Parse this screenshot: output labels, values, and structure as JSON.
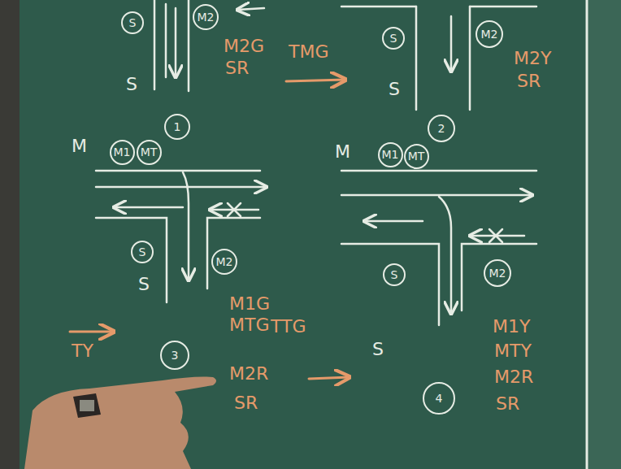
{
  "diagram": {
    "nodes": [
      {
        "text": [
          "S"
        ]
      },
      {
        "text": [
          "M2"
        ]
      },
      {
        "text": [
          "S"
        ]
      },
      {
        "text": [
          "M2"
        ]
      },
      {
        "text": [
          "M1"
        ]
      },
      {
        "text": [
          "MT"
        ]
      },
      {
        "text": [
          "1"
        ]
      },
      {
        "text": [
          "S"
        ]
      },
      {
        "text": [
          "M2"
        ]
      },
      {
        "text": [
          "M1"
        ]
      },
      {
        "text": [
          "MT"
        ]
      },
      {
        "text": [
          "2"
        ]
      },
      {
        "text": [
          "S"
        ]
      },
      {
        "text": [
          "M2"
        ]
      },
      {
        "text": [
          "3"
        ]
      },
      {
        "text": [
          "4"
        ]
      }
    ],
    "labels": [
      "M2G",
      "SR",
      "TMG",
      "S",
      "S",
      "M2Y",
      "SR",
      "M",
      "S",
      "M1G",
      "MTG",
      "TTG",
      "M2R",
      "SR",
      "TY",
      "M",
      "S",
      "M1Y",
      "MTY",
      "M2R",
      "SR"
    ]
  }
}
